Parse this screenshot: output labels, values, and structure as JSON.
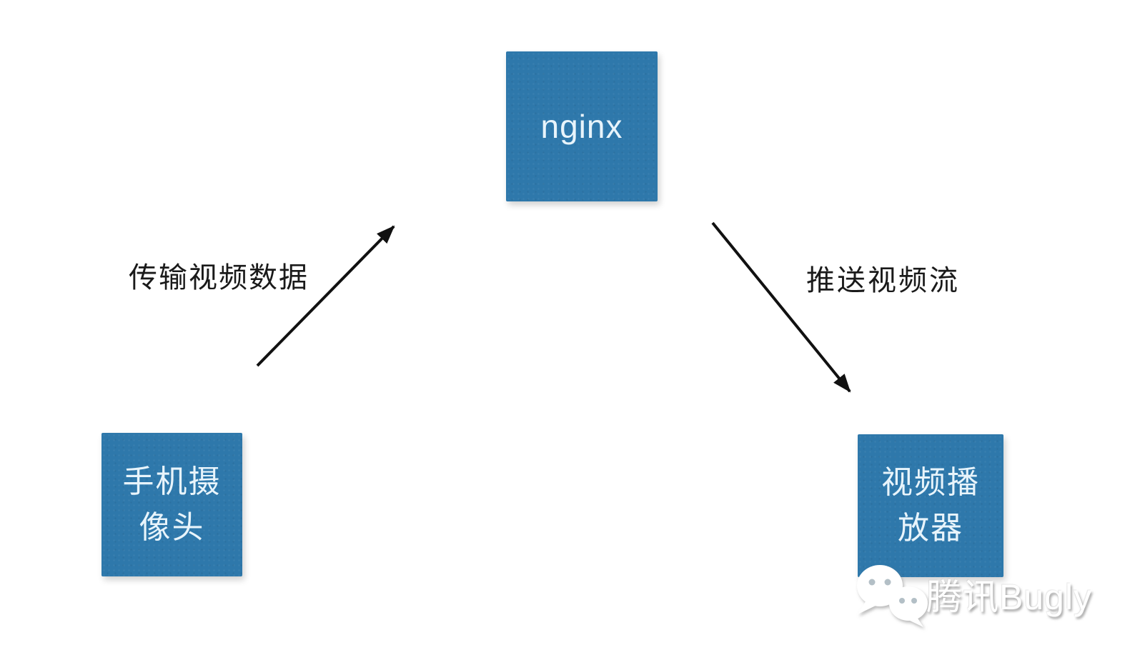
{
  "diagram": {
    "nodes": {
      "nginx": {
        "label": "nginx"
      },
      "camera": {
        "line1": "手机摄",
        "line2": "像头"
      },
      "player": {
        "line1": "视频播",
        "line2": "放器"
      }
    },
    "edges": {
      "camera_to_nginx": {
        "label": "传输视频数据"
      },
      "nginx_to_player": {
        "label": "推送视频流"
      }
    },
    "colors": {
      "node_fill": "#2e78ab",
      "node_text": "#e8f4fb",
      "arrow": "#111111",
      "background": "#ffffff"
    }
  },
  "watermark": {
    "brand": "腾讯Bugly",
    "icon": "wechat-logo"
  }
}
